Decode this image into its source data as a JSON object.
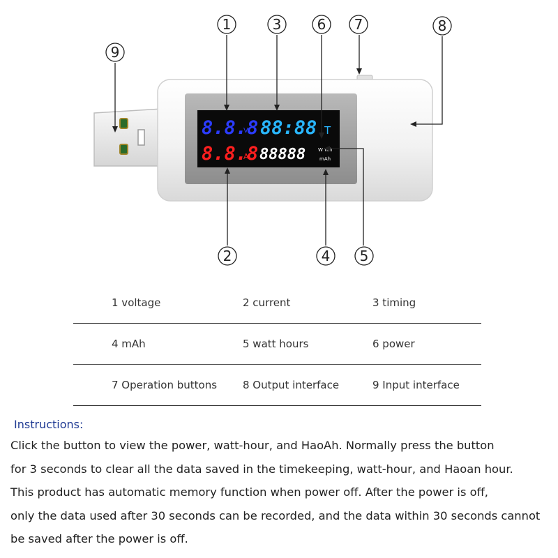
{
  "diagram": {
    "callouts": [
      "1",
      "2",
      "3",
      "4",
      "5",
      "6",
      "7",
      "8",
      "9"
    ],
    "display": {
      "voltage_digits": "8.8.8",
      "voltage_unit": "V",
      "current_digits": "8.8.8",
      "current_unit": "A",
      "timer_digits": "88:88",
      "timer_unit": "T",
      "energy_digits": "88888",
      "energy_unit_top": "W Wh",
      "energy_unit_bottom": "mAh"
    },
    "colors": {
      "voltage": "#2b3cff",
      "timer": "#29b6ff",
      "current": "#ff1f1f",
      "energy": "#ffffff",
      "screen": "#0a0a0a",
      "body": "#f4f4f4"
    }
  },
  "legend": {
    "rows": [
      [
        "1 voltage",
        "2 current",
        "3 timing"
      ],
      [
        "4 mAh",
        "5 watt hours",
        "6 power"
      ],
      [
        "7 Operation buttons",
        "8 Output interface",
        "9 Input interface"
      ]
    ]
  },
  "instructions": {
    "title": "Instructions:",
    "lines": [
      "Click the button to view the power, watt-hour, and HaoAh. Normally press the button",
      "for 3 seconds to clear all the data saved in the timekeeping, watt-hour, and Haoan hour.",
      "This product has automatic memory function when power off. After the power is off,",
      "only the data used after 30 seconds can be recorded, and the data within 30 seconds cannot",
      "be saved after the power is off."
    ]
  }
}
